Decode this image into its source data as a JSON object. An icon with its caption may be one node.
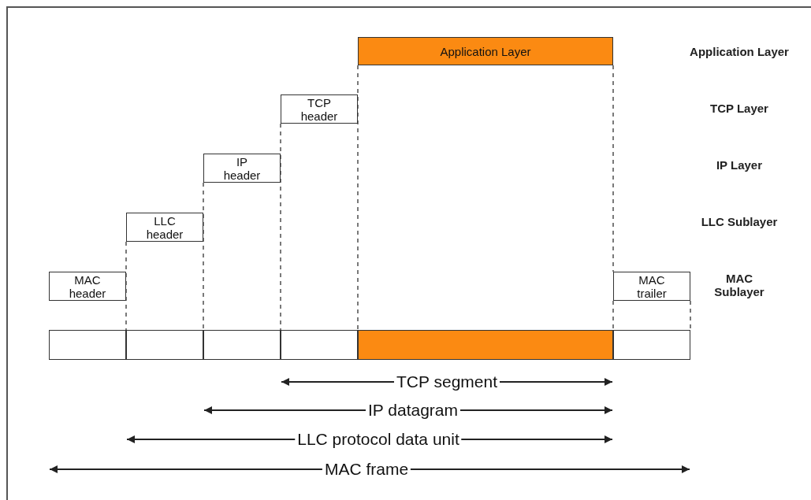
{
  "diagram": {
    "nodes": [
      {
        "text": [
          "Application Layer"
        ]
      },
      {
        "text": [
          "TCP header"
        ]
      },
      {
        "text": [
          "IP header"
        ]
      },
      {
        "text": [
          "LLC header"
        ]
      },
      {
        "text": [
          "MAC header"
        ]
      },
      {
        "text": [
          "MAC trailer"
        ]
      },
      {
        "text": [],
        "shape": "box"
      },
      {
        "text": [],
        "shape": "box"
      },
      {
        "text": [],
        "shape": "box"
      },
      {
        "text": [],
        "shape": "box"
      },
      {
        "text": [],
        "shape": "box"
      },
      {
        "text": [],
        "shape": "box"
      }
    ],
    "edges": [
      {
        "from": 0,
        "to": 10,
        "arrow": "none",
        "style": "dashed"
      },
      {
        "from": 0,
        "to": 5,
        "arrow": "none",
        "style": "dashed"
      },
      {
        "from": 1,
        "to": 9,
        "arrow": "none",
        "style": "dashed"
      },
      {
        "from": 2,
        "to": 8,
        "arrow": "none",
        "style": "dashed"
      },
      {
        "from": 3,
        "to": 7,
        "arrow": "none",
        "style": "dashed"
      },
      {
        "from": 5,
        "to": 11,
        "arrow": "none",
        "style": "dashed"
      },
      {
        "from": 5,
        "to": 11,
        "arrow": "none",
        "style": "dashed"
      }
    ],
    "labels": [
      "Application Layer",
      "TCP Layer",
      "IP Layer",
      "LLC Sublayer",
      "MAC Sublayer",
      "TCP segment",
      "IP datagram",
      "LLC protocol data unit",
      "MAC frame"
    ]
  }
}
